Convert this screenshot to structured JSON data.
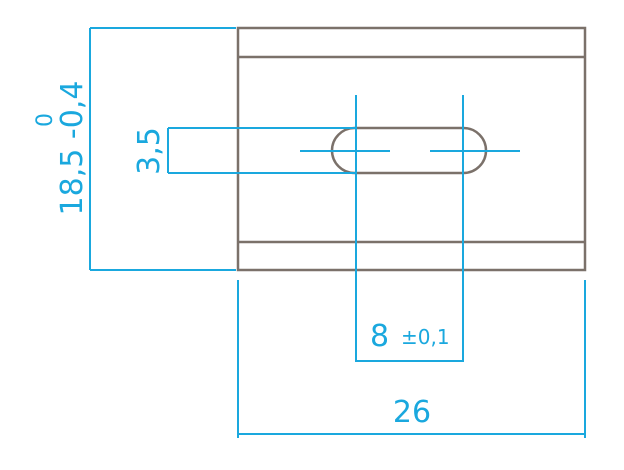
{
  "colors": {
    "part_outline": "#7b716a",
    "dimension": "#1aa8de",
    "background": "#ffffff"
  },
  "dimensions": {
    "height_upper_tol": "0",
    "height_value_lower_tol": "18,5 -0,4",
    "slot_width": "3,5",
    "slot_spacing_value": "8",
    "slot_spacing_tol": "±0,1",
    "total_width": "26"
  }
}
